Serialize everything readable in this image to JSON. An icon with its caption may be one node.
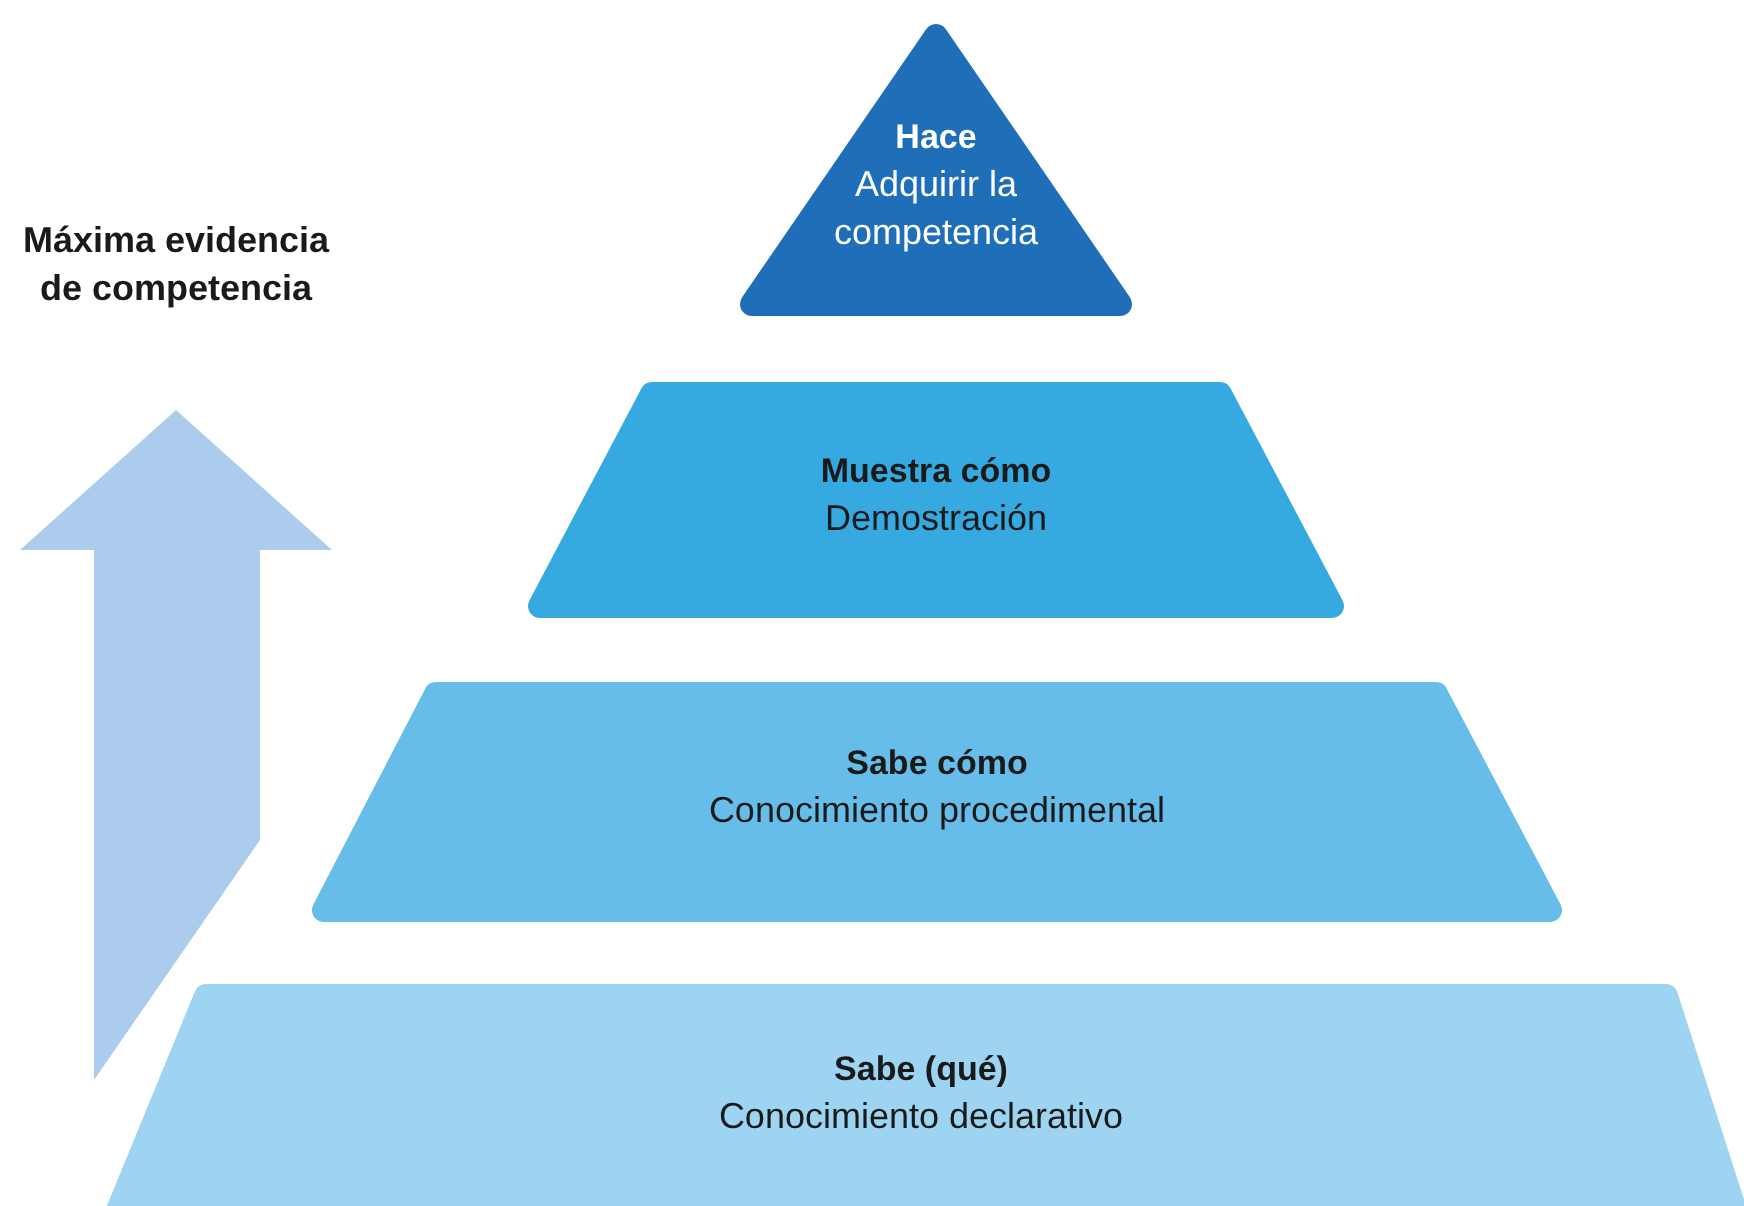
{
  "diagram": {
    "nodes": [
      {
        "text": [
          "Hace",
          "Adquirir la competencia"
        ]
      },
      {
        "text": [
          "Muestra cómo",
          "Demostración"
        ]
      },
      {
        "text": [
          "Sabe cómo",
          "Conocimiento procedimental"
        ]
      },
      {
        "text": [
          "Sabe (qué)",
          "Conocimiento declarativo"
        ]
      }
    ],
    "labels": [
      "Máxima evidencia de competencia"
    ]
  }
}
